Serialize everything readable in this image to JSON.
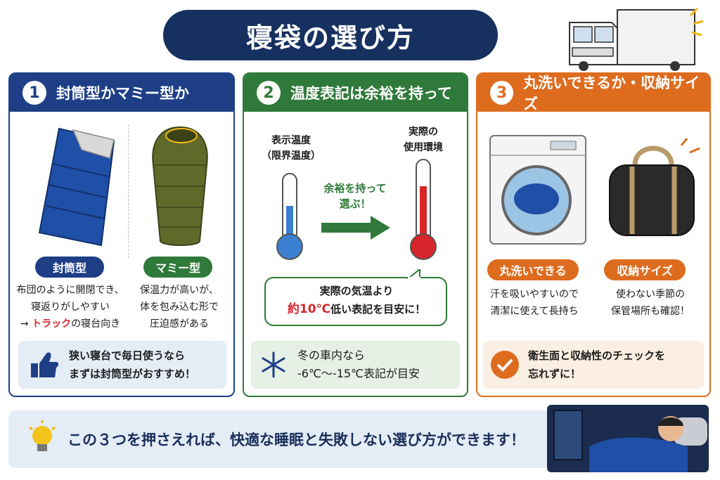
{
  "title": "寝袋の選び方",
  "colors": {
    "navy": "#16305f",
    "blue": "#1e3f86",
    "green": "#2f7a3a",
    "orange": "#de6c1e",
    "red": "#d7262b"
  },
  "sections": [
    {
      "number": "1",
      "heading": "封筒型かマミー型か",
      "types": [
        {
          "label": "封筒型",
          "desc": [
            "布団のように開閉でき、",
            "寝返りがしやすい"
          ],
          "note_prefix": "→ ",
          "note_highlight": "トラック",
          "note_rest": "の寝台向き"
        },
        {
          "label": "マミー型",
          "desc": [
            "保温力が高いが、",
            "体を包み込む形で",
            "圧迫感がある"
          ]
        }
      ],
      "tip_line1": "狭い寝台で毎日使うなら",
      "tip_line2": "まずは封筒型がおすすめ！"
    },
    {
      "number": "2",
      "heading": "温度表記は余裕を持って",
      "left_label": [
        "表示温度",
        "（限界温度）"
      ],
      "right_label": [
        "実際の",
        "使用環境"
      ],
      "arrow_label": [
        "余裕を持って",
        "選ぶ！"
      ],
      "bubble_line1": "実際の気温より",
      "bubble_highlight": "約10℃",
      "bubble_rest": "低い表記を目安に！",
      "tip_line1": "冬の車内なら",
      "tip_line2": "-6℃～-15℃表記が目安"
    },
    {
      "number": "3",
      "heading": "丸洗いできるか・収納サイズ",
      "items": [
        {
          "label": "丸洗いできる",
          "desc": [
            "汗を吸いやすいので",
            "清潔に使えて長持ち"
          ]
        },
        {
          "label": "収納サイズ",
          "desc": [
            "使わない季節の",
            "保管場所も確認！"
          ]
        }
      ],
      "tip_line1": "衛生面と収納性のチェックを",
      "tip_line2": "忘れずに！"
    }
  ],
  "summary": "この３つを押さえれば、快適な睡眠と失敗しない選び方ができます！"
}
